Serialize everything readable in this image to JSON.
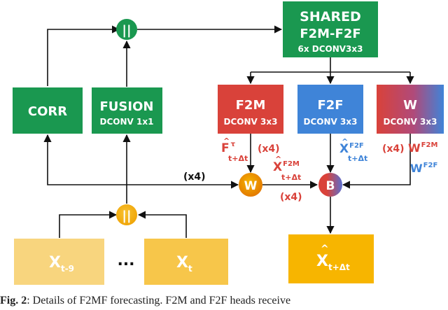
{
  "blocks": {
    "shared": {
      "line1": "SHARED",
      "line2": "F2M-F2F",
      "line3": "6x DCONV3x3"
    },
    "corr": {
      "label": "CORR"
    },
    "fusion": {
      "label": "FUSION",
      "sub": "DCONV 1x1"
    },
    "f2m": {
      "label": "F2M",
      "sub": "DCONV 3x3"
    },
    "f2f": {
      "label": "F2F",
      "sub": "DCONV 3x3"
    },
    "w": {
      "label": "W",
      "sub": "DCONV 3x3"
    }
  },
  "nodes": {
    "concat_top": "||",
    "concat_bottom": "||",
    "warp": "W",
    "blend": "B"
  },
  "inputs": {
    "first": {
      "base": "X",
      "sub": "t-9"
    },
    "dots": "...",
    "last": {
      "base": "X",
      "sub": "t"
    }
  },
  "output": {
    "base": "X",
    "sub": "t+Δt"
  },
  "annotations": {
    "x4_main": "(x4)",
    "x4_f2m": "(x4)",
    "x4_warp": "(x4)",
    "x4_w": "(x4)",
    "f_tau": {
      "base": "F",
      "sup": "τ",
      "sub": "t+Δt"
    },
    "x_f2m": {
      "base": "X",
      "sup": "F2M",
      "sub": "t+Δt"
    },
    "x_f2f": {
      "base": "X",
      "sup": "F2F",
      "sub": "t+Δt"
    },
    "w_f2m": {
      "base": "W",
      "sup": "F2M"
    },
    "w_f2f": {
      "base": "W",
      "sup": "F2F"
    }
  },
  "caption": {
    "bold": "Fig. 2",
    "text": ": Details of F2MF forecasting. F2M and F2F heads receive"
  },
  "colors": {
    "green": "#1a9850",
    "red": "#d9423a",
    "blue": "#3f84d8",
    "orange": "#f2a500",
    "input_yellow": "#f8d57e",
    "output_orange": "#f7b500"
  }
}
